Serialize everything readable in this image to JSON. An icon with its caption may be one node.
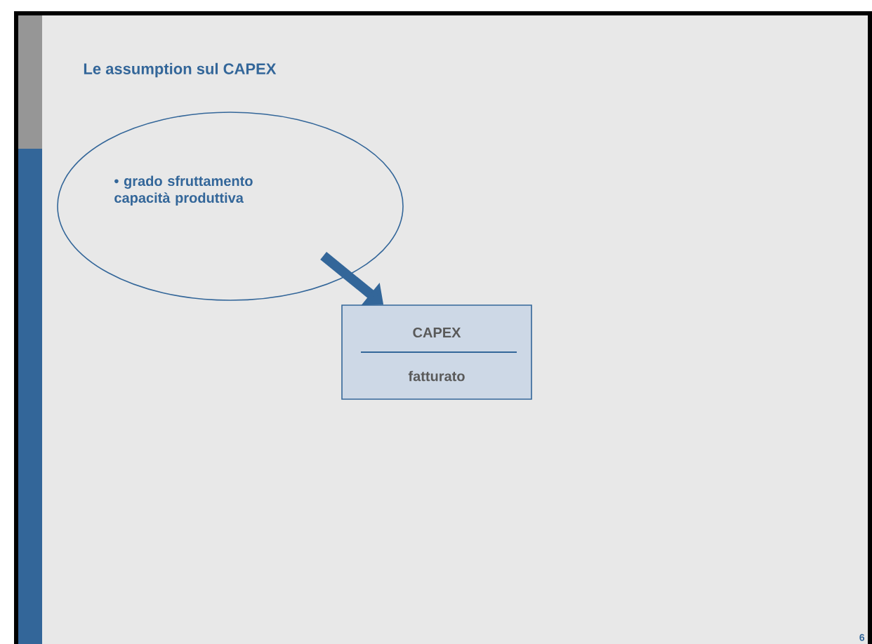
{
  "diagram": {
    "title": "Le assumption sul CAPEX",
    "nodes": [
      {
        "text": [
          "• grado sfruttamento capacità produttiva"
        ]
      },
      {
        "text": [
          "CAPEX",
          "fatturato"
        ]
      }
    ],
    "edges": [
      {
        "from": 0,
        "to": 1,
        "arrow": "to"
      }
    ],
    "labels": [
      "6"
    ]
  }
}
